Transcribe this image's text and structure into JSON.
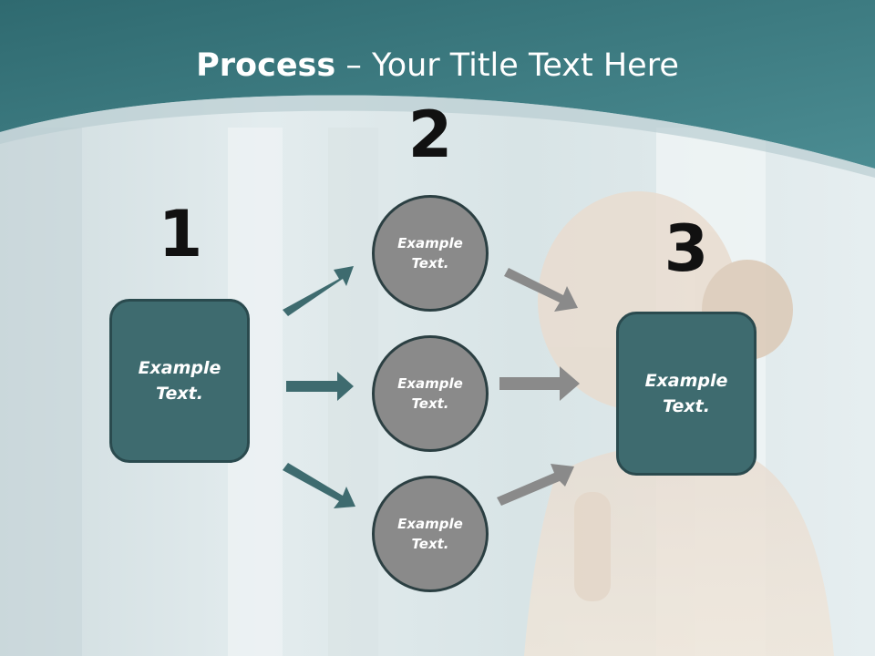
{
  "title": {
    "bold": "Process",
    "rest": " – Your Title Text Here"
  },
  "steps": {
    "one": "1",
    "two": "2",
    "three": "3"
  },
  "left_box": {
    "label_line1": "Example",
    "label_line2": "Text."
  },
  "circles": [
    {
      "line1": "Example",
      "line2": "Text."
    },
    {
      "line1": "Example",
      "line2": "Text."
    },
    {
      "line1": "Example",
      "line2": "Text."
    }
  ],
  "right_box": {
    "label_line1": "Example",
    "label_line2": "Text."
  },
  "colors": {
    "header": "#3a7a80",
    "box_fill": "#3e6b6f",
    "circle_fill": "#8a8a8a",
    "teal_arrow": "#3e6b6f",
    "gray_arrow": "#8a8a8a"
  }
}
